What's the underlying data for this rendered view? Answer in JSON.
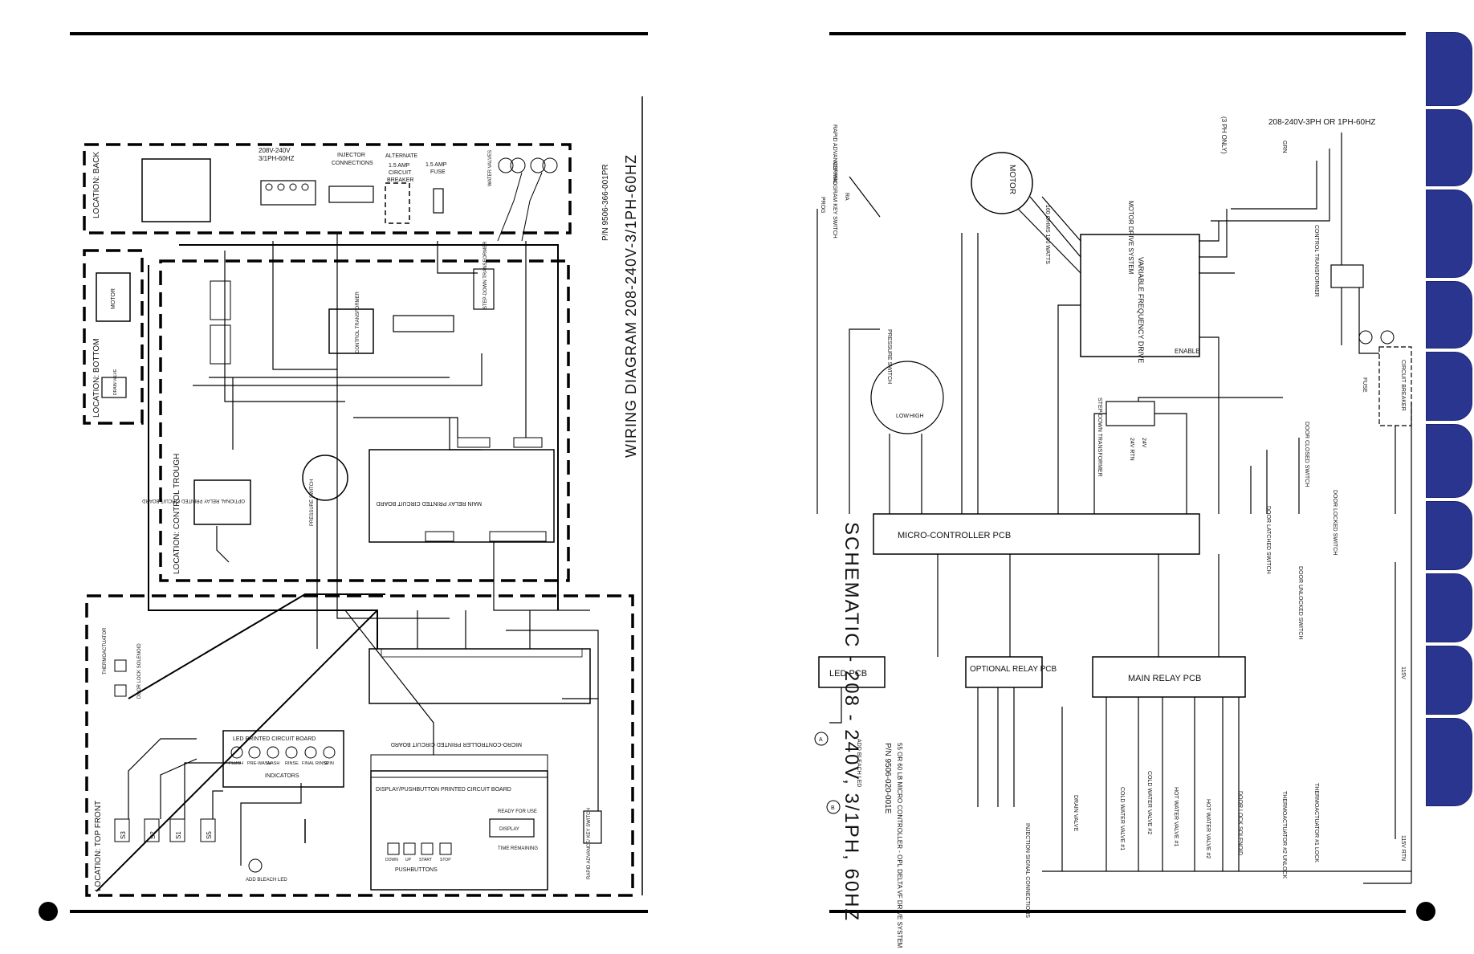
{
  "left_page": {
    "title": "WIRING DIAGRAM   208-240V-3/1PH-60HZ",
    "part_number": "P/N 9506-366-001PR",
    "locations": {
      "back": "LOCATION:  BACK",
      "bottom": "LOCATION:  BOTTOM",
      "control_trough": "LOCATION:  CONTROL TROUGH",
      "top_front": "LOCATION:  TOP FRONT"
    },
    "labels": {
      "power": "208V-240V",
      "power2": "3/1PH-60HZ",
      "injector": "INJECTOR",
      "injector2": "CONNECTIONS",
      "alternate": "ALTERNATE",
      "breaker1": "1.5 AMP",
      "breaker2": "CIRCUIT",
      "breaker3": "BREAKER",
      "fuse1": "1.5 AMP",
      "fuse2": "FUSE",
      "water_valves": "WATER VALVES",
      "motor": "MOTOR",
      "drain_valve": "DRAIN VALVE",
      "control_transformer": "CONTROL TRANSFORMER",
      "step_down": "STEP-DOWN TRANSFORMER",
      "main_relay": "MAIN RELAY PRINTED CIRCUIT BOARD",
      "optional_relay": "OPTIONAL RELAY PRINTED CIRCUIT BOARD",
      "pressure_switch": "PRESSURE SWITCH",
      "micro_controller": "MICRO-CONTROLLER PRINTED CIRCUIT BOARD",
      "led_pcb": "LED PRINTED CIRCUIT BOARD",
      "display_pcb": "DISPLAY/PUSHBUTTON PRINTED CIRCUIT BOARD",
      "indicators": "INDICATORS",
      "pushbuttons": "PUSHBUTTONS",
      "display": "DISPLAY",
      "ready": "READY FOR USE",
      "time_remaining": "TIME REMAINING",
      "door_lock": "DOOR LOCK SOLENOID",
      "thermoactuator": "THERMOACTUATOR",
      "add_bleach": "ADD BLEACH LED",
      "rapid_advance": "RAPID ADVANCE/ KEY SWITCH",
      "led_steps": [
        "FLUSH",
        "PRE-WASH",
        "WASH",
        "RINSE",
        "FINAL RINSE",
        "SPIN"
      ],
      "buttons": [
        "DOWN",
        "UP",
        "START",
        "STOP"
      ],
      "switches": [
        "S3",
        "S2",
        "S1",
        "S5"
      ]
    }
  },
  "right_page": {
    "title": "SCHEMATIC - 208 - 240V, 3/1PH, 60HZ",
    "part_number": "P/N 9506-020-001E",
    "note": "55 OR 60 LB MICRO CONTROLLER - OPL DELTA VF DRIVE SYSTEM",
    "labels": {
      "power": "208-240V-3PH OR 1PH-60HZ",
      "three_ph_only": "(3 PH ONLY)",
      "grn": "GRN",
      "motor": "MOTOR",
      "vfd": "VARIABLE FREQUENCY DRIVE",
      "motor_drive": "MOTOR DRIVE SYSTEM",
      "control_transformer": "CONTROL TRANSFORMER",
      "circuit_breaker": "CIRCUIT BREAKER",
      "fuse": "FUSE",
      "step_down": "STEP-DOWN TRANSFORMER",
      "pressure_switch": "PRESSURE SWITCH",
      "micro_pcb": "MICRO-CONTROLLER PCB",
      "led_pcb": "LED PCB",
      "optional_relay": "OPTIONAL RELAY PCB",
      "main_relay": "MAIN RELAY PCB",
      "door_closed": "DOOR CLOSED SWITCH",
      "door_latched": "DOOR LATCHED SWITCH",
      "door_locked": "DOOR LOCKED SWITCH",
      "door_unlocked": "DOOR UNLOCKED SWITCH",
      "rapid_advance": "RAPID ADVANCE/ PROGRAM KEY SWITCH",
      "resistor1": "160 OHMS 100 WATTS",
      "drain_valve": "DRAIN VALVE",
      "cold1": "COLD WATER VALVE #1",
      "cold2": "COLD WATER VALVE #2",
      "hot1": "HOT WATER VALVE #1",
      "hot2": "HOT WATER VALVE #2",
      "door_lock": "DOOR LOCK SOLENOID",
      "thermo1": "THERMOACTUATOR #1 LOCK",
      "thermo2": "THERMOACTUATOR #2 UNLOCK",
      "injection": "INJECTION SIGNAL CONNECTIONS",
      "add_bleach": "ADD BLEACH LED",
      "v115": "115V",
      "v115rtn": "115V RTN",
      "v24": "24V",
      "v24rtn": "24V RTN",
      "enable": "ENABLE",
      "normal": "NORMAL",
      "prog": "PROG",
      "ra": "RA",
      "low": "LOW",
      "high": "HIGH",
      "marker_a": "A",
      "marker_b": "B"
    }
  },
  "colors": {
    "tab": "#2a3590",
    "ink": "#111111"
  },
  "tab_count": 10
}
